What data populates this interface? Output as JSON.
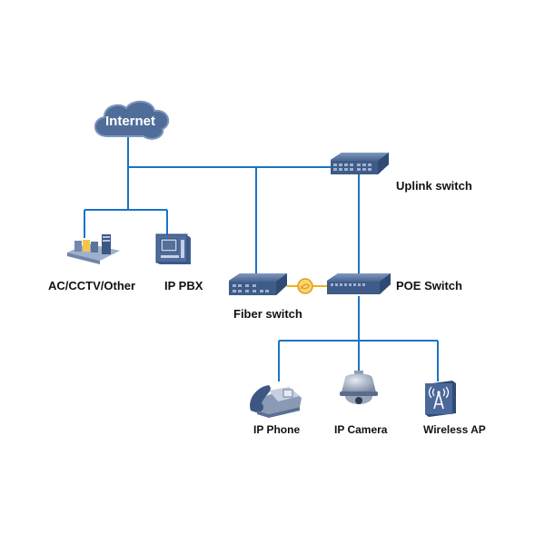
{
  "diagram": {
    "title": "",
    "colors": {
      "link": "#1a73c9",
      "fiber_link": "#f2b21a",
      "device": "#3b5a88",
      "device_light": "#6f8ab3",
      "cloud": "#4d6a93"
    },
    "nodes": {
      "internet": {
        "label": "Internet",
        "icon": "cloud-icon"
      },
      "uplink_switch": {
        "label": "Uplink switch",
        "icon": "switch-icon"
      },
      "ac_cctv": {
        "label": "AC/CCTV/Other",
        "icon": "server-cluster-icon"
      },
      "ip_pbx": {
        "label": "IP PBX",
        "icon": "pbx-icon"
      },
      "fiber_switch": {
        "label": "Fiber switch",
        "icon": "switch-icon"
      },
      "poe_switch": {
        "label": "POE Switch",
        "icon": "switch-icon"
      },
      "ip_phone": {
        "label": "IP Phone",
        "icon": "phone-icon"
      },
      "ip_camera": {
        "label": "IP Camera",
        "icon": "dome-camera-icon"
      },
      "wireless_ap": {
        "label": "Wireless AP",
        "icon": "wireless-ap-icon"
      }
    },
    "edges": [
      {
        "from": "internet",
        "to": "uplink_switch",
        "type": "ethernet"
      },
      {
        "from": "internet",
        "to": "ac_cctv",
        "type": "ethernet"
      },
      {
        "from": "internet",
        "to": "ip_pbx",
        "type": "ethernet"
      },
      {
        "from": "uplink_switch",
        "to": "fiber_switch",
        "type": "ethernet"
      },
      {
        "from": "uplink_switch",
        "to": "poe_switch",
        "type": "ethernet"
      },
      {
        "from": "fiber_switch",
        "to": "poe_switch",
        "type": "fiber"
      },
      {
        "from": "poe_switch",
        "to": "ip_phone",
        "type": "ethernet"
      },
      {
        "from": "poe_switch",
        "to": "ip_camera",
        "type": "ethernet"
      },
      {
        "from": "poe_switch",
        "to": "wireless_ap",
        "type": "ethernet"
      }
    ]
  }
}
